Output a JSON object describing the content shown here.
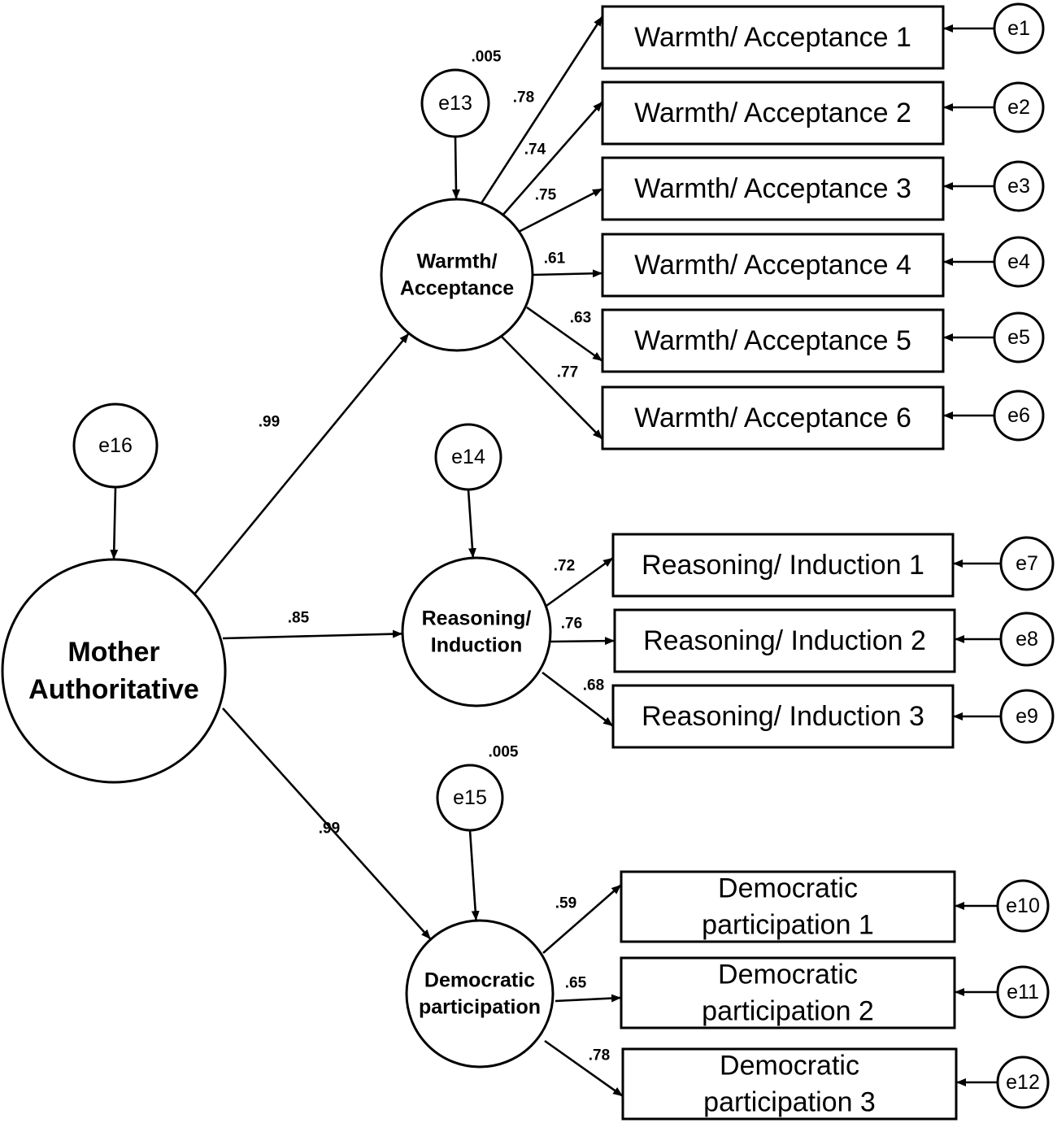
{
  "main_factor": {
    "label_lines": [
      "Mother",
      "Authoritative"
    ],
    "error": "e16"
  },
  "factors": [
    {
      "id": "warmth",
      "label_lines": [
        "Warmth/",
        "Acceptance"
      ],
      "error": "e13",
      "loading_from_main": ".99",
      "error_note": ".005",
      "indicators": [
        {
          "label_lines": [
            "Warmth/ Acceptance 1"
          ],
          "error": "e1",
          "loading": ".78"
        },
        {
          "label_lines": [
            "Warmth/ Acceptance 2"
          ],
          "error": "e2",
          "loading": ".74"
        },
        {
          "label_lines": [
            "Warmth/ Acceptance 3"
          ],
          "error": "e3",
          "loading": ".75"
        },
        {
          "label_lines": [
            "Warmth/ Acceptance 4"
          ],
          "error": "e4",
          "loading": ".61"
        },
        {
          "label_lines": [
            "Warmth/ Acceptance 5"
          ],
          "error": "e5",
          "loading": ".63"
        },
        {
          "label_lines": [
            "Warmth/ Acceptance 6"
          ],
          "error": "e6",
          "loading": ".77"
        }
      ]
    },
    {
      "id": "reasoning",
      "label_lines": [
        "Reasoning/",
        "Induction"
      ],
      "error": "e14",
      "loading_from_main": ".85",
      "error_note": "",
      "indicators": [
        {
          "label_lines": [
            "Reasoning/ Induction 1"
          ],
          "error": "e7",
          "loading": ".72"
        },
        {
          "label_lines": [
            "Reasoning/ Induction 2"
          ],
          "error": "e8",
          "loading": ".76"
        },
        {
          "label_lines": [
            "Reasoning/ Induction 3"
          ],
          "error": "e9",
          "loading": ".68"
        }
      ]
    },
    {
      "id": "democratic",
      "label_lines": [
        "Democratic",
        "participation"
      ],
      "error": "e15",
      "loading_from_main": ".99",
      "error_note": ".005",
      "indicators": [
        {
          "label_lines": [
            "Democratic",
            "participation 1"
          ],
          "error": "e10",
          "loading": ".59"
        },
        {
          "label_lines": [
            "Democratic",
            "participation 2"
          ],
          "error": "e11",
          "loading": ".65"
        },
        {
          "label_lines": [
            "Democratic",
            "participation 3"
          ],
          "error": "e12",
          "loading": ".78"
        }
      ]
    }
  ]
}
